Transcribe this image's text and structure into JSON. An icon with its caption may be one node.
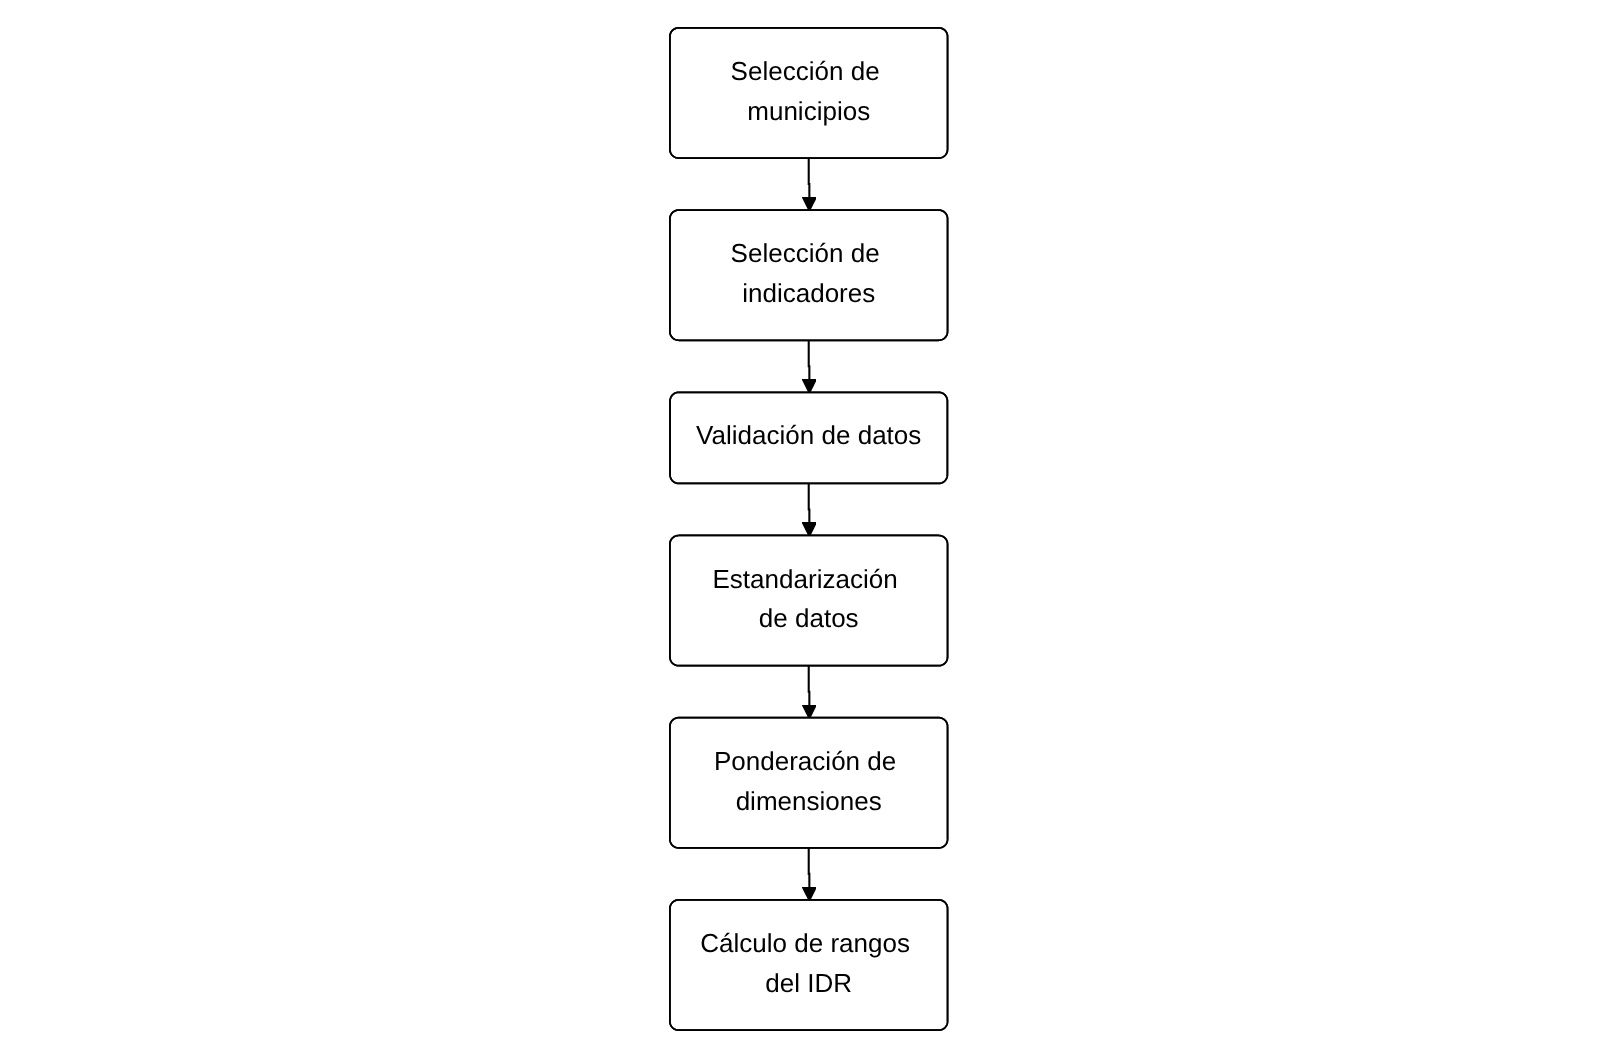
{
  "diagram": {
    "nodes": [
      {
        "text": [
          "Selección de municipios"
        ]
      },
      {
        "text": [
          "Selección de indicadores"
        ]
      },
      {
        "text": [
          "Validación de datos"
        ]
      },
      {
        "text": [
          "Estandarización de datos"
        ]
      },
      {
        "text": [
          "Ponderación de dimensiones"
        ]
      },
      {
        "text": [
          "Cálculo de rangos del IDR"
        ]
      }
    ],
    "edges": [
      {
        "from": 0,
        "to": 1,
        "arrow": "to"
      },
      {
        "from": 1,
        "to": 2,
        "arrow": "to"
      },
      {
        "from": 2,
        "to": 3,
        "arrow": "to"
      },
      {
        "from": 3,
        "to": 4,
        "arrow": "to"
      },
      {
        "from": 4,
        "to": 5,
        "arrow": "to"
      }
    ]
  }
}
